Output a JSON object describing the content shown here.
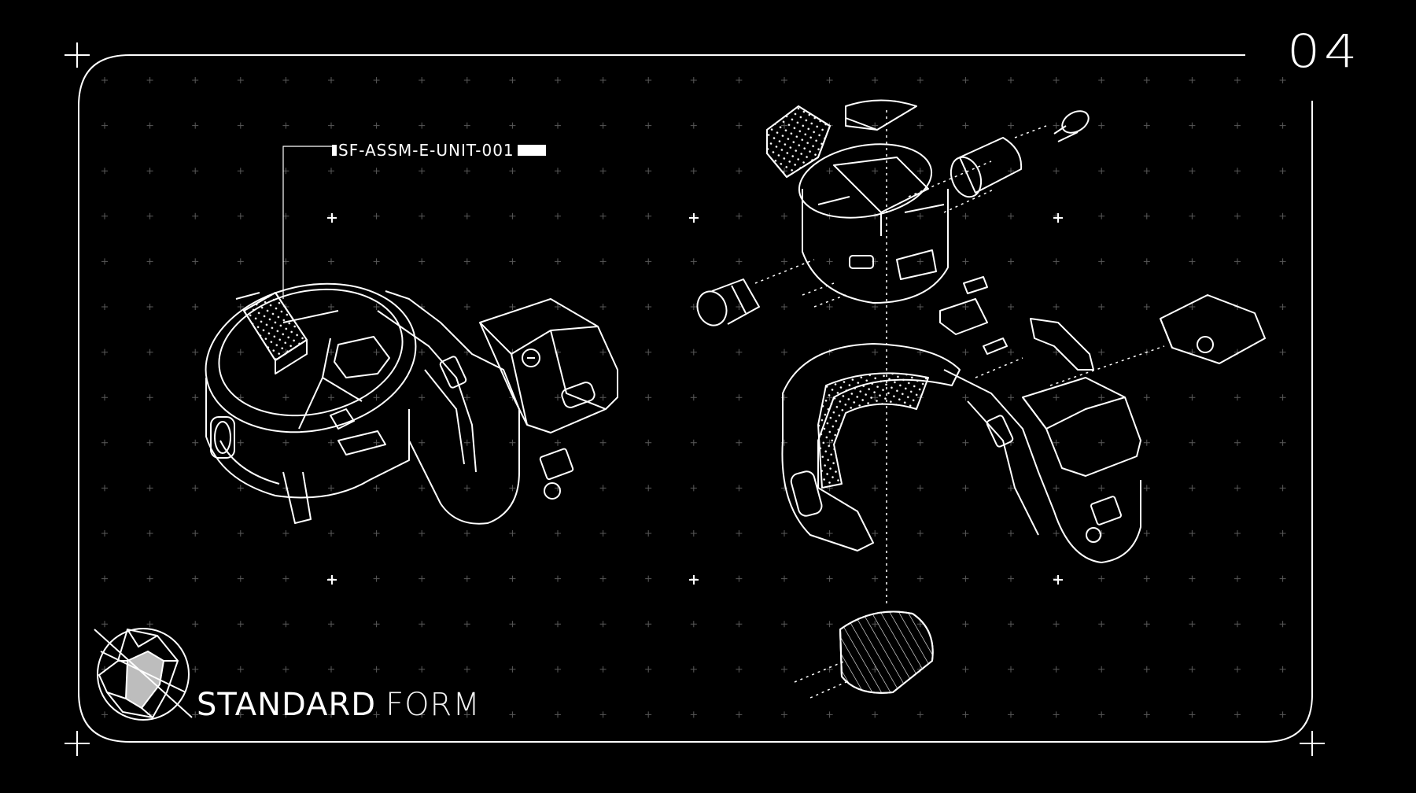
{
  "page_number": "04",
  "part_id": "SF-ASSM-E-UNIT-001",
  "title": {
    "primary": "STANDARD",
    "secondary": "FORM"
  },
  "colors": {
    "background": "#000000",
    "line": "#ffffff",
    "grid": "#5a5a5a"
  },
  "icons": {
    "corner_marks": "plus-crosshair",
    "logo": "faceted-shield-emblem"
  }
}
